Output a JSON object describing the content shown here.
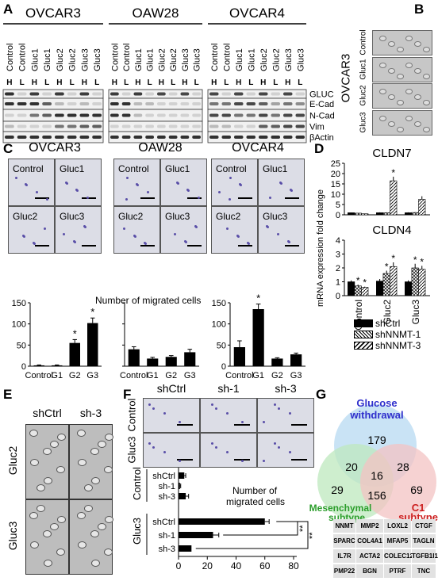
{
  "panels": {
    "A": "A",
    "B": "B",
    "C": "C",
    "D": "D",
    "E": "E",
    "F": "F",
    "G": "G"
  },
  "A": {
    "groups": [
      {
        "name": "OVCAR3",
        "lanes": [
          "Control",
          "Control",
          "Gluc1",
          "Gluc1",
          "Gluc2",
          "Gluc2",
          "Gluc3",
          "Gluc3"
        ],
        "hl": [
          "H",
          "L",
          "H",
          "L",
          "H",
          "L",
          "H",
          "L"
        ]
      },
      {
        "name": "OAW28",
        "lanes": [
          "Control",
          "Control",
          "Gluc1",
          "Gluc1",
          "Gluc2",
          "Gluc2",
          "Gluc3",
          "Gluc3"
        ],
        "hl": [
          "H",
          "L",
          "H",
          "L",
          "H",
          "L",
          "H",
          "L"
        ]
      },
      {
        "name": "OVCAR4",
        "lanes": [
          "Control",
          "Control",
          "Gluc1",
          "Gluc1",
          "Gluc2",
          "Gluc2",
          "Gluc3",
          "Gluc3"
        ],
        "hl": [
          "H",
          "L",
          "H",
          "L",
          "H",
          "L",
          "H",
          "L"
        ]
      }
    ],
    "proteins": [
      "GLUC",
      "E-Cad",
      "N-Cad",
      "Vim",
      "βActin"
    ]
  },
  "B": {
    "cell_line": "OVCAR3",
    "rows": [
      "Control",
      "Gluc1",
      "Gluc2",
      "Gluc3"
    ]
  },
  "C": {
    "groups": [
      "OVCAR3",
      "OAW28",
      "OVCAR4"
    ],
    "cells": [
      "Control",
      "Gluc1",
      "Gluc2",
      "Gluc3"
    ],
    "chart_title": "Number of migrated cells"
  },
  "chart_data": [
    {
      "type": "bar",
      "panel": "C",
      "group": "OVCAR3",
      "categories": [
        "Control",
        "G1",
        "G2",
        "G3"
      ],
      "values": [
        2,
        2,
        55,
        102
      ],
      "errors": [
        1,
        1,
        8,
        12
      ],
      "ylim": [
        0,
        150
      ],
      "yticks": [
        0,
        50,
        100,
        150
      ],
      "sig": [
        "",
        "",
        "*",
        "*"
      ]
    },
    {
      "type": "bar",
      "panel": "C",
      "group": "OAW28",
      "categories": [
        "Control",
        "G1",
        "G2",
        "G3"
      ],
      "values": [
        40,
        18,
        22,
        33
      ],
      "errors": [
        6,
        3,
        3,
        7
      ],
      "ylim": [
        0,
        150
      ],
      "yticks": [],
      "sig": [
        "",
        "",
        "",
        ""
      ]
    },
    {
      "type": "bar",
      "panel": "C",
      "group": "OVCAR4",
      "categories": [
        "Control",
        "G1",
        "G2",
        "G3"
      ],
      "values": [
        45,
        135,
        18,
        28
      ],
      "errors": [
        15,
        12,
        2,
        3
      ],
      "ylim": [
        0,
        150
      ],
      "yticks": [
        0,
        50,
        100,
        150
      ],
      "sig": [
        "",
        "*",
        "",
        ""
      ]
    },
    {
      "type": "bar",
      "panel": "D",
      "title": "CLDN7",
      "categories": [
        "Control",
        "Gluc2",
        "Gluc3"
      ],
      "series": [
        {
          "name": "shCtrl",
          "values": [
            1,
            1,
            1
          ]
        },
        {
          "name": "shNNMT-1",
          "values": [
            0.8,
            1,
            1.1
          ]
        },
        {
          "name": "shNNMT-3",
          "values": [
            0.5,
            16.5,
            7.5
          ]
        }
      ],
      "errors": [
        [
          0.1,
          0.2,
          0.2
        ],
        [
          0.1,
          0.2,
          0.2
        ],
        [
          0.1,
          2,
          1.5
        ]
      ],
      "ylim": [
        0,
        25
      ],
      "yticks": [
        0,
        5,
        10,
        15,
        20,
        25
      ],
      "sig": [
        [
          "",
          "",
          ""
        ],
        [
          "",
          "",
          ""
        ],
        [
          "",
          "*",
          ""
        ]
      ]
    },
    {
      "type": "bar",
      "panel": "D",
      "title": "CLDN4",
      "categories": [
        "Control",
        "Gluc2",
        "Gluc3"
      ],
      "series": [
        {
          "name": "shCtrl",
          "values": [
            1,
            1.05,
            1
          ]
        },
        {
          "name": "shNNMT-1",
          "values": [
            0.7,
            1.6,
            2
          ]
        },
        {
          "name": "shNNMT-3",
          "values": [
            0.6,
            2.1,
            1.9
          ]
        }
      ],
      "errors": [
        [
          0.1,
          0.15,
          0.1
        ],
        [
          0.1,
          0.2,
          0.3
        ],
        [
          0.05,
          0.3,
          0.25
        ]
      ],
      "ylim": [
        0,
        4
      ],
      "yticks": [
        0,
        1,
        2,
        3,
        4
      ],
      "sig": [
        [
          "",
          "",
          ""
        ],
        [
          "*",
          "*",
          "*"
        ],
        [
          "*",
          "*",
          "*"
        ]
      ]
    },
    {
      "type": "bar",
      "panel": "F",
      "title": "Number of migrated cells",
      "orientation": "horizontal",
      "groups": [
        "Control",
        "Gluc3"
      ],
      "categories": [
        "shCtrl",
        "sh-1",
        "sh-3",
        "shCtrl",
        "sh-1",
        "sh-3"
      ],
      "values": [
        4,
        1,
        5,
        60,
        24,
        9
      ],
      "errors": [
        1,
        0.5,
        2,
        3,
        4,
        0
      ],
      "xlim": [
        0,
        80
      ],
      "xticks": [
        0,
        20,
        40,
        60,
        80
      ],
      "sig": [
        "**",
        "**"
      ]
    }
  ],
  "D": {
    "ylabel": "mRNA expression fold change",
    "legend": [
      "shCtrl",
      "shNNMT-1",
      "shNNMT-3"
    ],
    "xcats": [
      "Control",
      "Gluc2",
      "Gluc3"
    ]
  },
  "E": {
    "cols": [
      "shCtrl",
      "sh-3"
    ],
    "rows": [
      "Gluc2",
      "Gluc3"
    ]
  },
  "F": {
    "cols": [
      "shCtrl",
      "sh-1",
      "sh-3"
    ],
    "rows": [
      "Control",
      "Gluc3"
    ],
    "cat_labels": [
      "shCtrl",
      "sh-1",
      "sh-3",
      "shCtrl",
      "sh-1",
      "sh-3"
    ]
  },
  "G": {
    "circles": {
      "glucose": "Glucose withdrawal",
      "mesenchymal": "Mesenchymal subtype",
      "c1": "C1 subtype"
    },
    "counts": {
      "g_only": "179",
      "g_m": "20",
      "g_c": "28",
      "all": "16",
      "m_only": "29",
      "m_c": "156",
      "c_only": "69"
    },
    "genes": [
      "NNMT",
      "MMP2",
      "LOXL2",
      "CTGF",
      "SPARC",
      "COL4A1",
      "MFAP5",
      "TAGLN",
      "IL7R",
      "ACTA2",
      "COLEC12",
      "TGFB1I1",
      "PMP22",
      "BGN",
      "PTRF",
      "TNC"
    ]
  },
  "colors": {
    "glucose": "#2f2fcc",
    "mesenchymal": "#2a9d2a",
    "c1": "#cc1f1f"
  }
}
